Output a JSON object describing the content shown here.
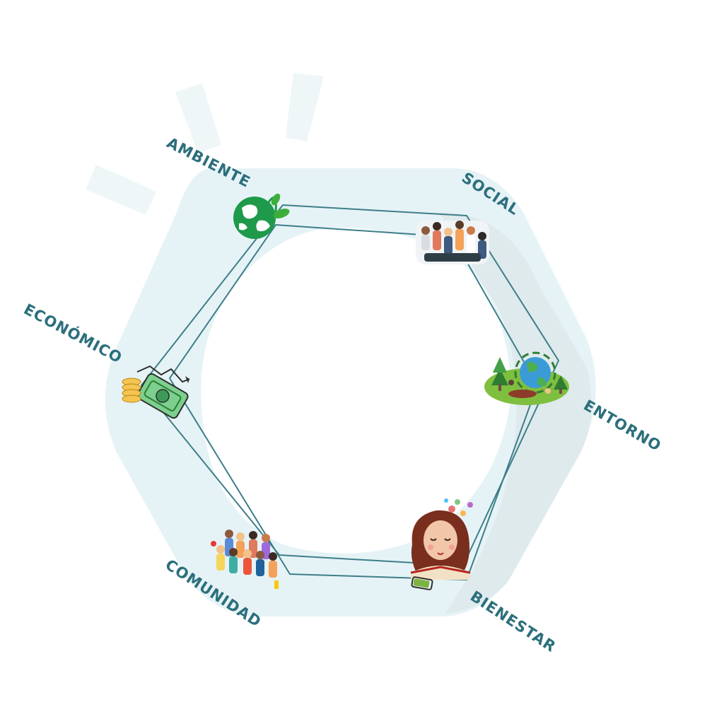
{
  "diagram": {
    "colors": {
      "label": "#2b6f7c",
      "line": "#3d7e8a",
      "halo": "#e6f3f6",
      "halo_shadow": "#dbe6ea",
      "rays": "#eef6f8"
    },
    "nodes": [
      {
        "id": "ambiente",
        "label": "AMBIENTE",
        "icon": "earth-sprout-icon"
      },
      {
        "id": "social",
        "label": "SOCIAL",
        "icon": "crowd-icon"
      },
      {
        "id": "entorno",
        "label": "ENTORNO",
        "icon": "park-globe-icon"
      },
      {
        "id": "bienestar",
        "label": "BIENESTAR",
        "icon": "woman-flowers-icon"
      },
      {
        "id": "comunidad",
        "label": "COMUNIDAD",
        "icon": "community-group-icon"
      },
      {
        "id": "economico",
        "label": "ECONÓMICO",
        "icon": "money-coins-icon"
      }
    ]
  }
}
